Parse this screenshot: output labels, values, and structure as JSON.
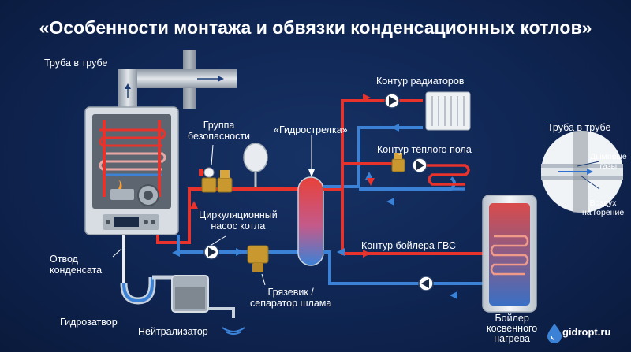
{
  "title": "«Особенности монтажа и обвязки конденсационных котлов»",
  "labels": {
    "pipe_in_pipe": "Труба в трубе",
    "safety_group": "Группа\nбезопасности",
    "hydro_arrow": "«Гидрострелка»",
    "radiators": "Контур радиаторов",
    "floor_heating": "Контур тёплого пола",
    "circ_pump": "Циркуляционный\nнасос котла",
    "condensate": "Отвод\nконденсата",
    "dhw_circuit": "Контур бойлера ГВС",
    "mud_filter": "Грязевик /\nсепаратор шлама",
    "water_trap": "Гидрозатвор",
    "neutralizer": "Нейтрализатор",
    "boiler": "Бойлер\nкосвенного\nнагрева"
  },
  "inset": {
    "title": "Труба в трубе",
    "flue": "Дымовые\nгазы",
    "air": "Воздух\nна горение"
  },
  "logo": {
    "text": "gidropt.ru",
    "icon": "water-drop-icon"
  },
  "colors": {
    "hot": "#e8332c",
    "cold": "#3b82d6",
    "bg": "#10264f"
  }
}
